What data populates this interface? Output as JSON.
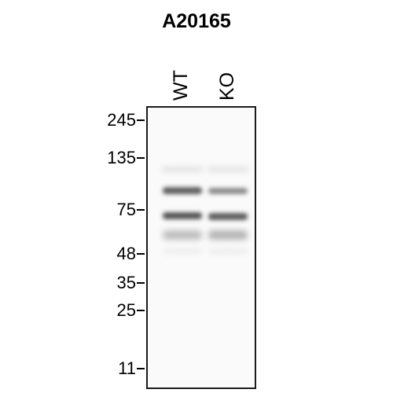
{
  "title": "A20165",
  "lanes": [
    {
      "label": "WT"
    },
    {
      "label": "KO"
    }
  ],
  "markers": [
    {
      "label": "245"
    },
    {
      "label": "135"
    },
    {
      "label": "75"
    },
    {
      "label": "48"
    },
    {
      "label": "35"
    },
    {
      "label": "25"
    },
    {
      "label": "11"
    }
  ],
  "marker_tick_char": "-"
}
